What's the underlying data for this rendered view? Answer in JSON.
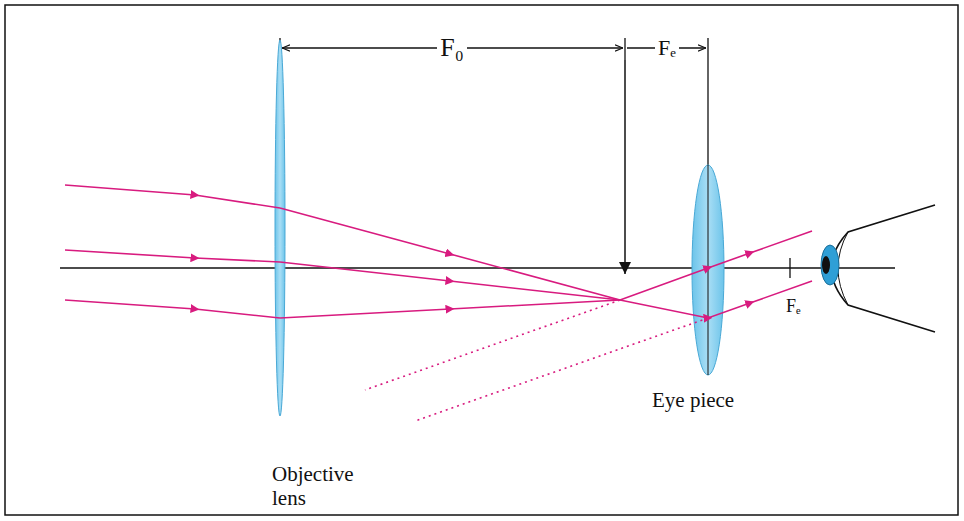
{
  "diagram": {
    "labels": [
      "F₀",
      "Fₑ",
      "Fₑ",
      "Eye piece",
      "Objective lens"
    ]
  }
}
